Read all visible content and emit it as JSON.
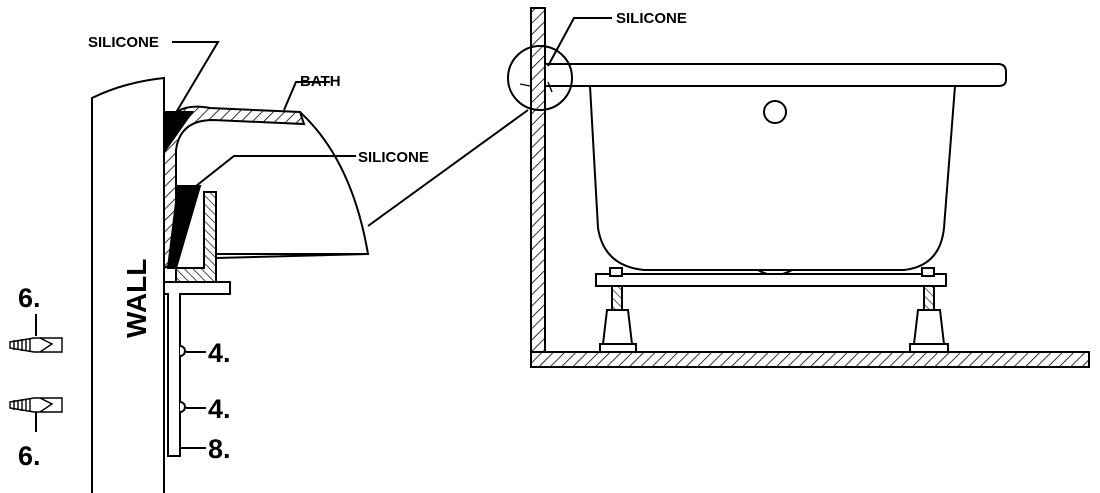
{
  "labels": {
    "silicone_top": "SILICONE",
    "bath": "BATH",
    "silicone_mid": "SILICONE",
    "silicone_right": "SILICONE",
    "wall": "WALL",
    "part_6_top": "6.",
    "part_6_bottom": "6.",
    "part_4_top": "4.",
    "part_4_bottom": "4.",
    "part_8": "8."
  },
  "colors": {
    "line": "#000000",
    "fill_silicone": "#000000",
    "background": "#ffffff"
  }
}
